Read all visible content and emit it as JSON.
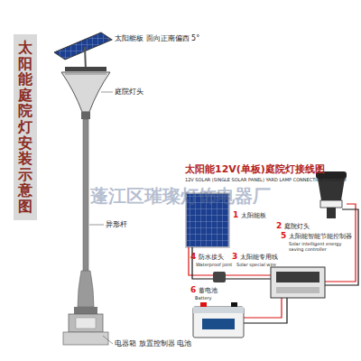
{
  "diagram": {
    "title": "太阳能12V(单板)庭院灯接线图",
    "nodes": [
      {
        "text": [
          "太阳能庭院灯安装示意图"
        ]
      }
    ],
    "labels": [
      "太阳能板 面向正南偏西 5°",
      "庭院灯头",
      "异形杆",
      "电器箱 放置控制器 电池",
      "12V SOLAR (SINGLE SOLAR PANEL) YARD LAMP CONNECTION DIAGRAM",
      "1",
      "太阳能板",
      "2",
      "庭院灯头",
      "4",
      "防水接头",
      "Waterproof joint",
      "3",
      "太阳能专用线",
      "Solar special wire",
      "5",
      "太阳能智能节能控制器",
      "Solar intelligent energy saving controller",
      "6",
      "蓄电池",
      "Battery",
      "蓬江区璀璨灯饰电器厂"
    ]
  }
}
